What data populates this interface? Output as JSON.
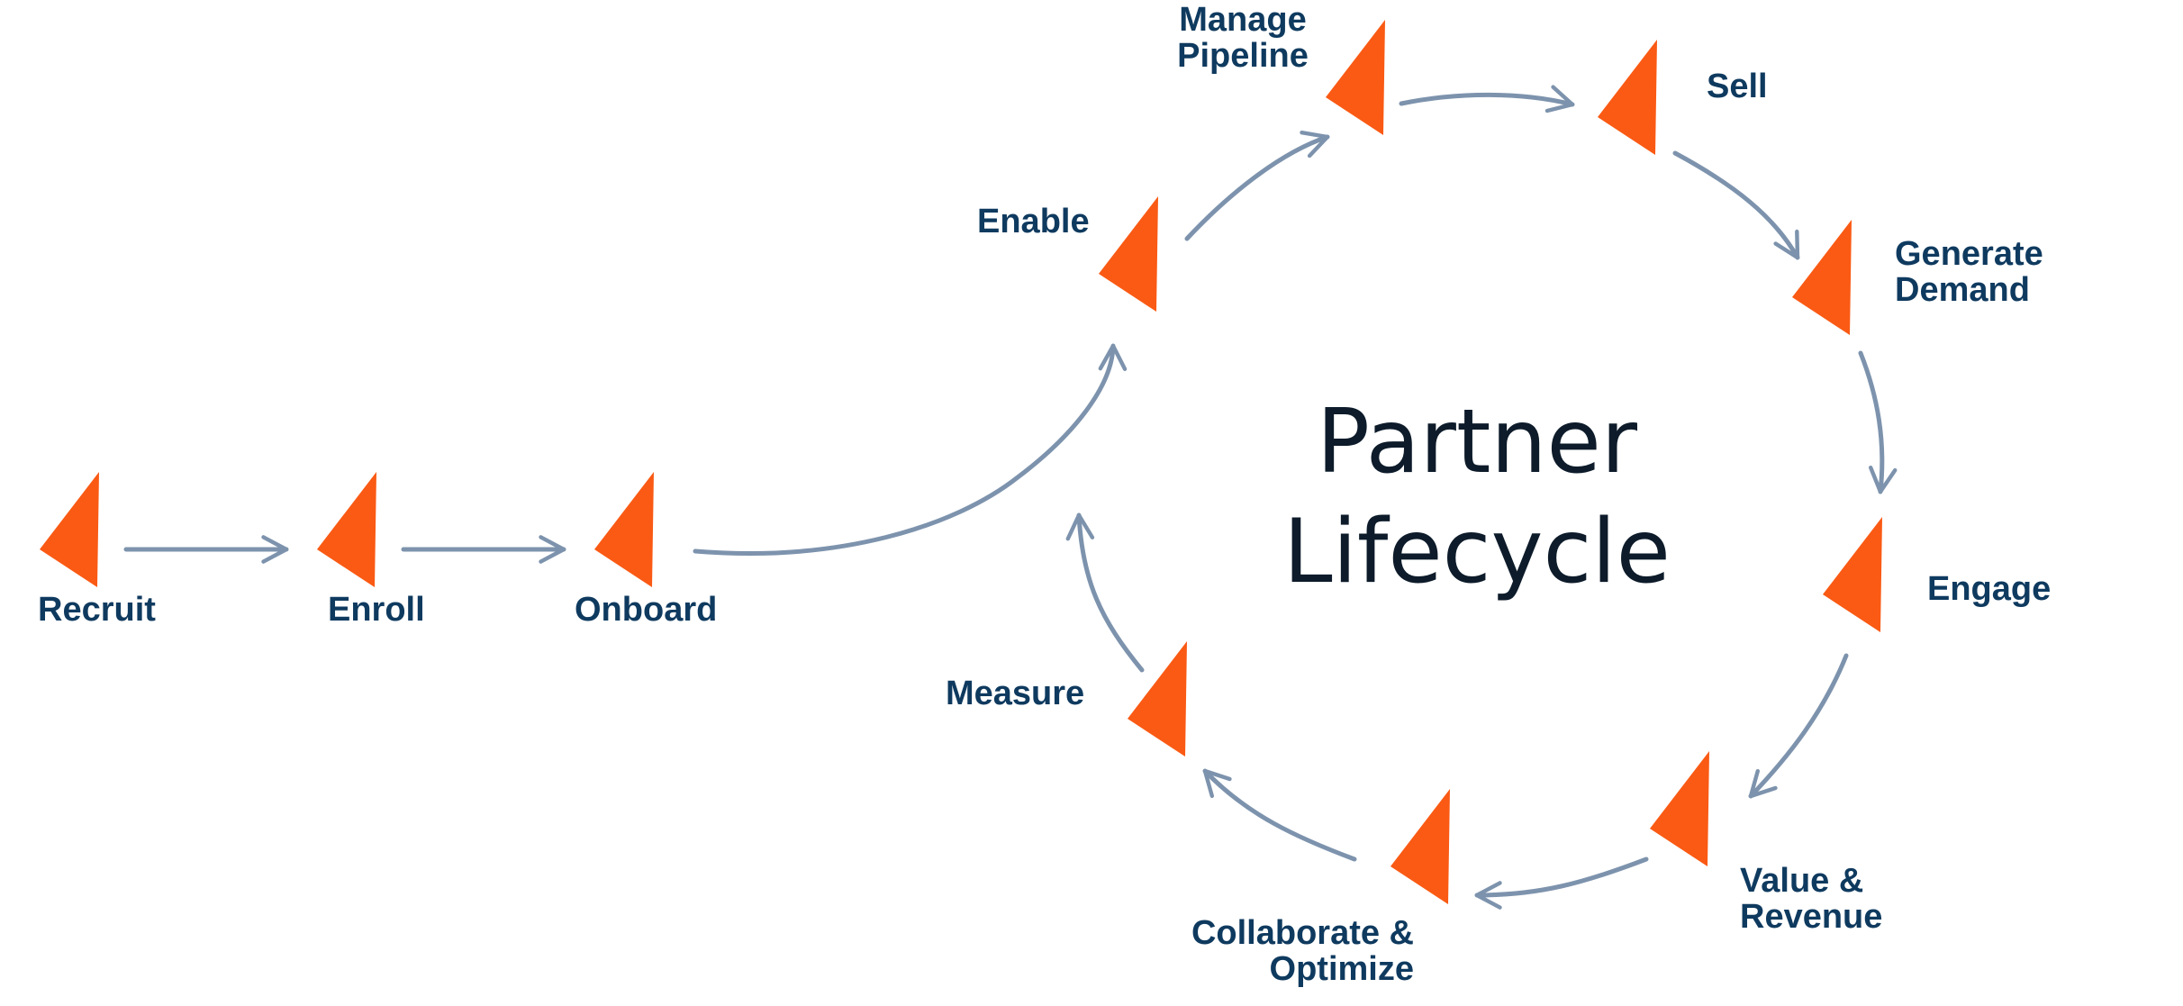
{
  "title": {
    "line1": "Partner",
    "line2": "Lifecycle"
  },
  "stages": {
    "recruit": "Recruit",
    "enroll": "Enroll",
    "onboard": "Onboard",
    "enable": "Enable",
    "manage_pipeline_1": "Manage",
    "manage_pipeline_2": "Pipeline",
    "sell": "Sell",
    "generate_demand_1": "Generate",
    "generate_demand_2": "Demand",
    "engage": "Engage",
    "value_revenue_1": "Value &",
    "value_revenue_2": "Revenue",
    "collaborate_optimize_1": "Collaborate &",
    "collaborate_optimize_2": "Optimize",
    "measure": "Measure"
  },
  "colors": {
    "marker": "#fa5a14",
    "arrow": "#7d93ad",
    "label": "#0f3a5f",
    "title": "#0d1b2a"
  }
}
